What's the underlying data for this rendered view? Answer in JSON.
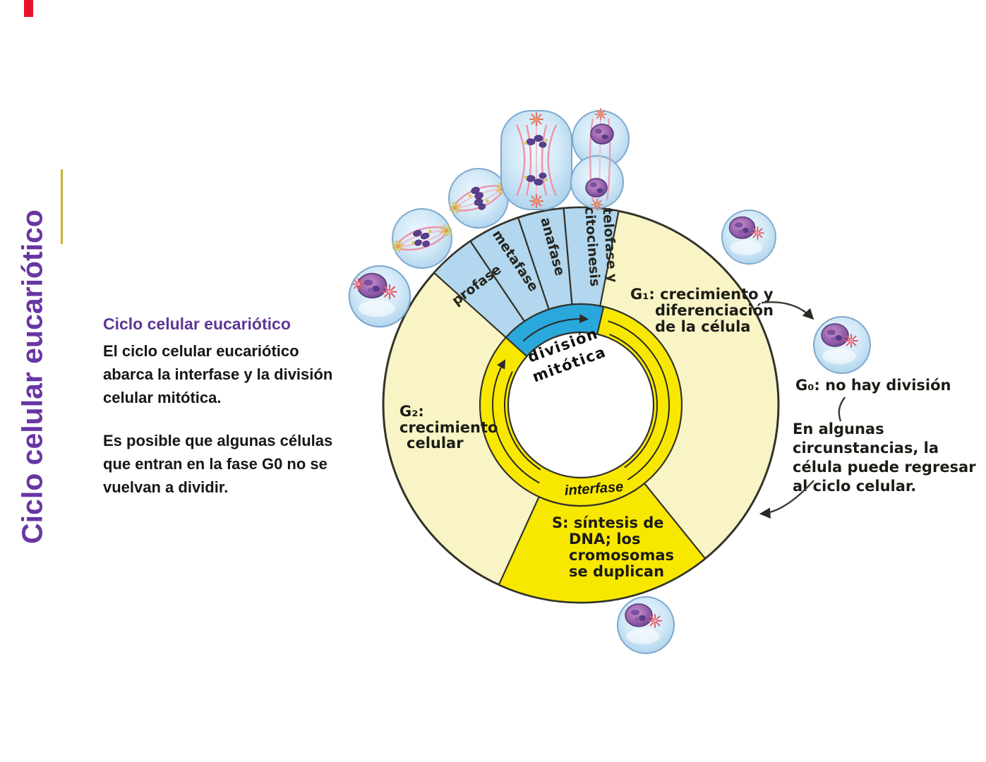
{
  "slide": {
    "vertical_title": "Ciclo celular eucariótico",
    "heading": "Ciclo celular eucariótico",
    "para1": [
      "El ciclo celular eucariótico",
      "abarca la interfase y la división",
      "celular mitótica."
    ],
    "para2": [
      "Es posible que algunas células",
      "que entran en la fase G0 no se",
      "vuelvan a dividir."
    ]
  },
  "diagram": {
    "phases": {
      "profase": "profase",
      "metafase": "metafase",
      "anafase": "anafase",
      "telofase1": "telofase y",
      "telofase2": "citocinesis"
    },
    "division": [
      "división",
      "mitótica"
    ],
    "interfase_label": "interfase",
    "g1": [
      "G₁: crecimiento y",
      "diferenciación",
      "de la célula"
    ],
    "g2": [
      "G₂:",
      "crecimiento",
      "celular"
    ],
    "s": [
      "S: síntesis de",
      "DNA; los",
      "cromosomas",
      "se duplican"
    ],
    "g0": "G₀: no hay división",
    "note": [
      "En algunas",
      "circunstancias, la",
      "célula puede regresar",
      "al ciclo celular."
    ],
    "colors": {
      "cream": "#f8f4c5",
      "phase_blue": "#b2d7ee",
      "cyan": "#2aa7db",
      "yellow": "#f8e800",
      "stroke": "#33332b",
      "heading_purple": "#5e3795",
      "title_purple": "#6836a3",
      "accent_line": "#c9b62c",
      "red_mark": "#e8112d"
    }
  }
}
